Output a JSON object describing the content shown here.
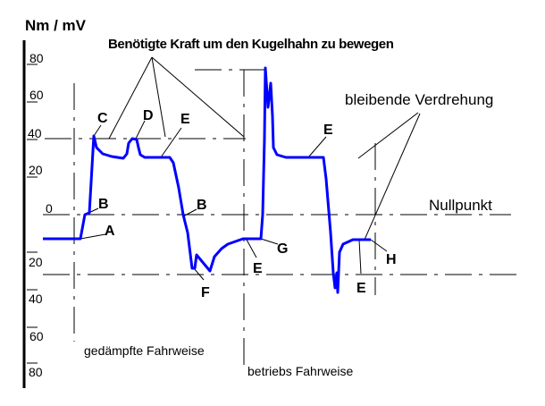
{
  "y_unit": "Nm / mV",
  "title": "Benötigte Kraft um den Kugelhahn zu bewegen",
  "y_ticks": [
    "80",
    "60",
    "40",
    "20",
    "0",
    "20",
    "40",
    "60",
    "80"
  ],
  "point_labels": {
    "A": "A",
    "B1": "B",
    "B2": "B",
    "C": "C",
    "D": "D",
    "E1": "E",
    "E2": "E",
    "E3": "E",
    "E4": "E",
    "F": "F",
    "G": "G",
    "H": "H"
  },
  "annotations": {
    "permanent_twist": "bleibende Verdrehung",
    "zero_point": "Nullpunkt"
  },
  "sections": {
    "damped": "gedämpfte Fahrweise",
    "operational": "betriebs Fahrweise"
  },
  "colors": {
    "curve": "#0000ff"
  }
}
